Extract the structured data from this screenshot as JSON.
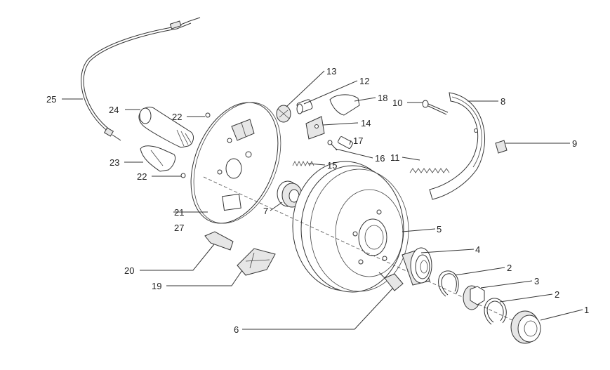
{
  "callouts": {
    "c1": "1",
    "c2a": "2",
    "c2b": "2",
    "c3": "3",
    "c4": "4",
    "c5": "5",
    "c6": "6",
    "c7": "7",
    "c8": "8",
    "c9": "9",
    "c10": "10",
    "c11": "11",
    "c12": "12",
    "c13": "13",
    "c14": "14",
    "c15": "15",
    "c16": "16",
    "c17": "17",
    "c18": "18",
    "c19": "19",
    "c20": "20",
    "c21": "21",
    "c22a": "22",
    "c22b": "22",
    "c23": "23",
    "c24": "24",
    "c25": "25",
    "c27": "27"
  }
}
